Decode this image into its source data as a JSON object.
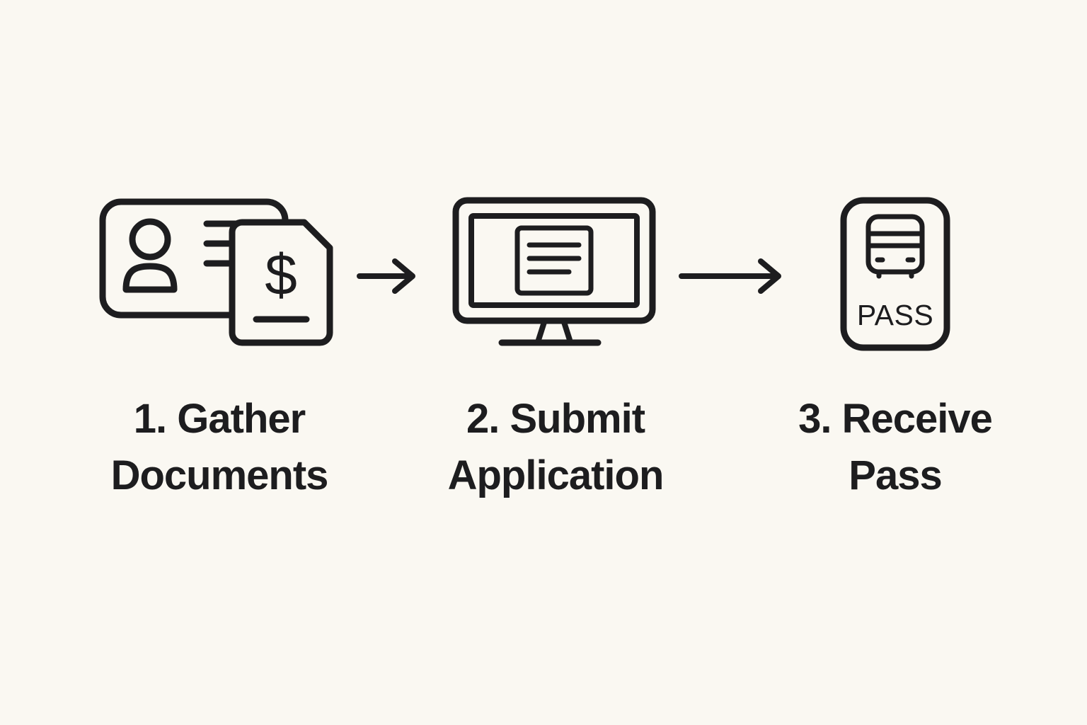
{
  "colors": {
    "background": "#faf8f2",
    "ink": "#1d1d1f"
  },
  "steps": [
    {
      "icon": "documents-icon",
      "label_line1": "1. Gather",
      "label_line2": "Documents"
    },
    {
      "icon": "monitor-application-icon",
      "label_line1": "2. Submit",
      "label_line2": "Application"
    },
    {
      "icon": "transit-pass-icon",
      "label_line1": "3. Receive",
      "label_line2": "Pass"
    }
  ],
  "icon_text": {
    "dollar_sign": "$",
    "pass_label": "PASS"
  }
}
